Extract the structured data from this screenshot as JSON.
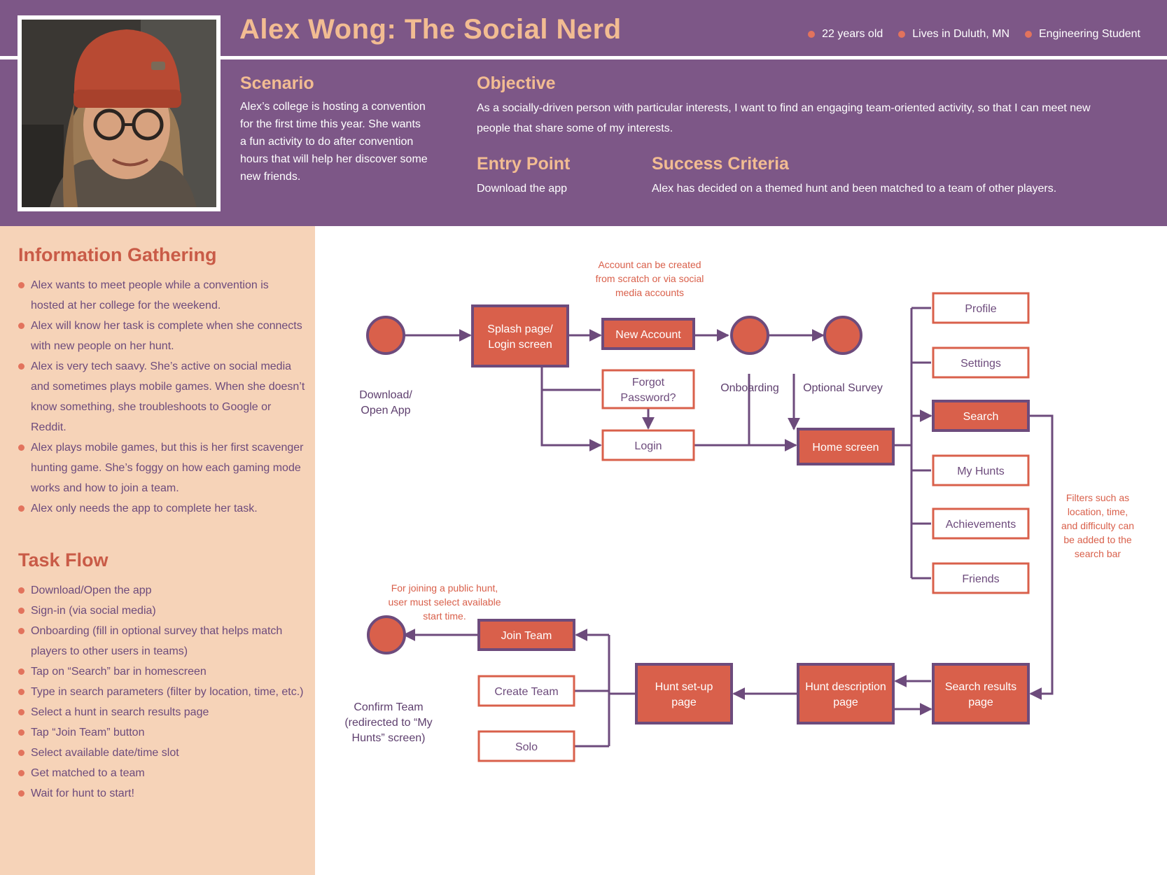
{
  "header": {
    "title": "Alex Wong: The Social Nerd",
    "facts": [
      "22 years old",
      "Lives in Duluth, MN",
      "Engineering Student"
    ]
  },
  "scenario": {
    "heading": "Scenario",
    "lines": [
      "Alex’s college is hosting a convention",
      "for the first time this year. She wants",
      "a fun activity to do after convention",
      "hours that will help her discover some",
      "new friends."
    ]
  },
  "objective": {
    "heading": "Objective",
    "lines": [
      "As a socially-driven person with particular interests, I want to find an engaging team-oriented activity, so that I can meet new",
      "people that share some of my interests."
    ]
  },
  "entry_point": {
    "heading": "Entry Point",
    "text": "Download the app"
  },
  "success_criteria": {
    "heading": "Success Criteria",
    "text": "Alex has decided on a themed hunt and been matched to a team of other players."
  },
  "information_gathering": {
    "heading": "Information Gathering",
    "items": [
      "Alex wants to meet people while a convention is hosted at her college for the weekend.",
      "Alex will know her task is complete when she connects with new people on her hunt.",
      "Alex is very tech saavy. She’s active on social media and sometimes plays mobile games. When she doesn’t know something, she troubleshoots to Google or Reddit.",
      "Alex plays mobile games, but this is her first scavenger hunting game. She’s foggy on how each gaming mode works and how to join a team.",
      "Alex only needs the app to complete her task."
    ]
  },
  "task_flow": {
    "heading": "Task Flow",
    "items": [
      "Download/Open the app",
      "Sign-in (via social media)",
      "Onboarding (fill in optional survey that helps match players to other users in teams)",
      "Tap on “Search” bar in homescreen",
      "Type in search parameters (filter by location, time, etc.)",
      "Select a hunt in search results page",
      "Tap “Join Team” button",
      "Select available date/time slot",
      "Get matched to a team",
      "Wait for hunt to start!"
    ]
  },
  "diagram": {
    "nodes": {
      "splash": [
        "Splash page/",
        "Login screen"
      ],
      "new_account": [
        "New Account"
      ],
      "forgot_password": [
        "Forgot",
        "Password?"
      ],
      "login": [
        "Login"
      ],
      "home": [
        "Home screen"
      ],
      "profile": [
        "Profile"
      ],
      "settings": [
        "Settings"
      ],
      "search": [
        "Search"
      ],
      "my_hunts": [
        "My Hunts"
      ],
      "achievements": [
        "Achievements"
      ],
      "friends": [
        "Friends"
      ],
      "search_results": [
        "Search results",
        "page"
      ],
      "hunt_description": [
        "Hunt description",
        "page"
      ],
      "hunt_setup": [
        "Hunt set-up",
        "page"
      ],
      "join_team": [
        "Join Team"
      ],
      "create_team": [
        "Create Team"
      ],
      "solo": [
        "Solo"
      ]
    },
    "circle_labels": {
      "download": [
        "Download/",
        "Open App"
      ],
      "onboarding": [
        "Onboarding"
      ],
      "optional_survey": [
        "Optional Survey"
      ],
      "confirm_team": [
        "Confirm Team",
        "(redirected to “My",
        "Hunts” screen)"
      ]
    },
    "notes": {
      "account": [
        "Account can be created",
        "from scratch or via social",
        "media accounts"
      ],
      "join": [
        "For joining a public hunt,",
        "user must select available",
        "start time."
      ],
      "filters": [
        "Filters such as",
        "location, time,",
        "and difficulty can",
        "be added to the",
        "search bar"
      ]
    }
  },
  "colors": {
    "purple": "#7d5787",
    "coral": "#d9604b",
    "peach": "#f6d3b8",
    "heading_gold": "#f2bc92"
  }
}
